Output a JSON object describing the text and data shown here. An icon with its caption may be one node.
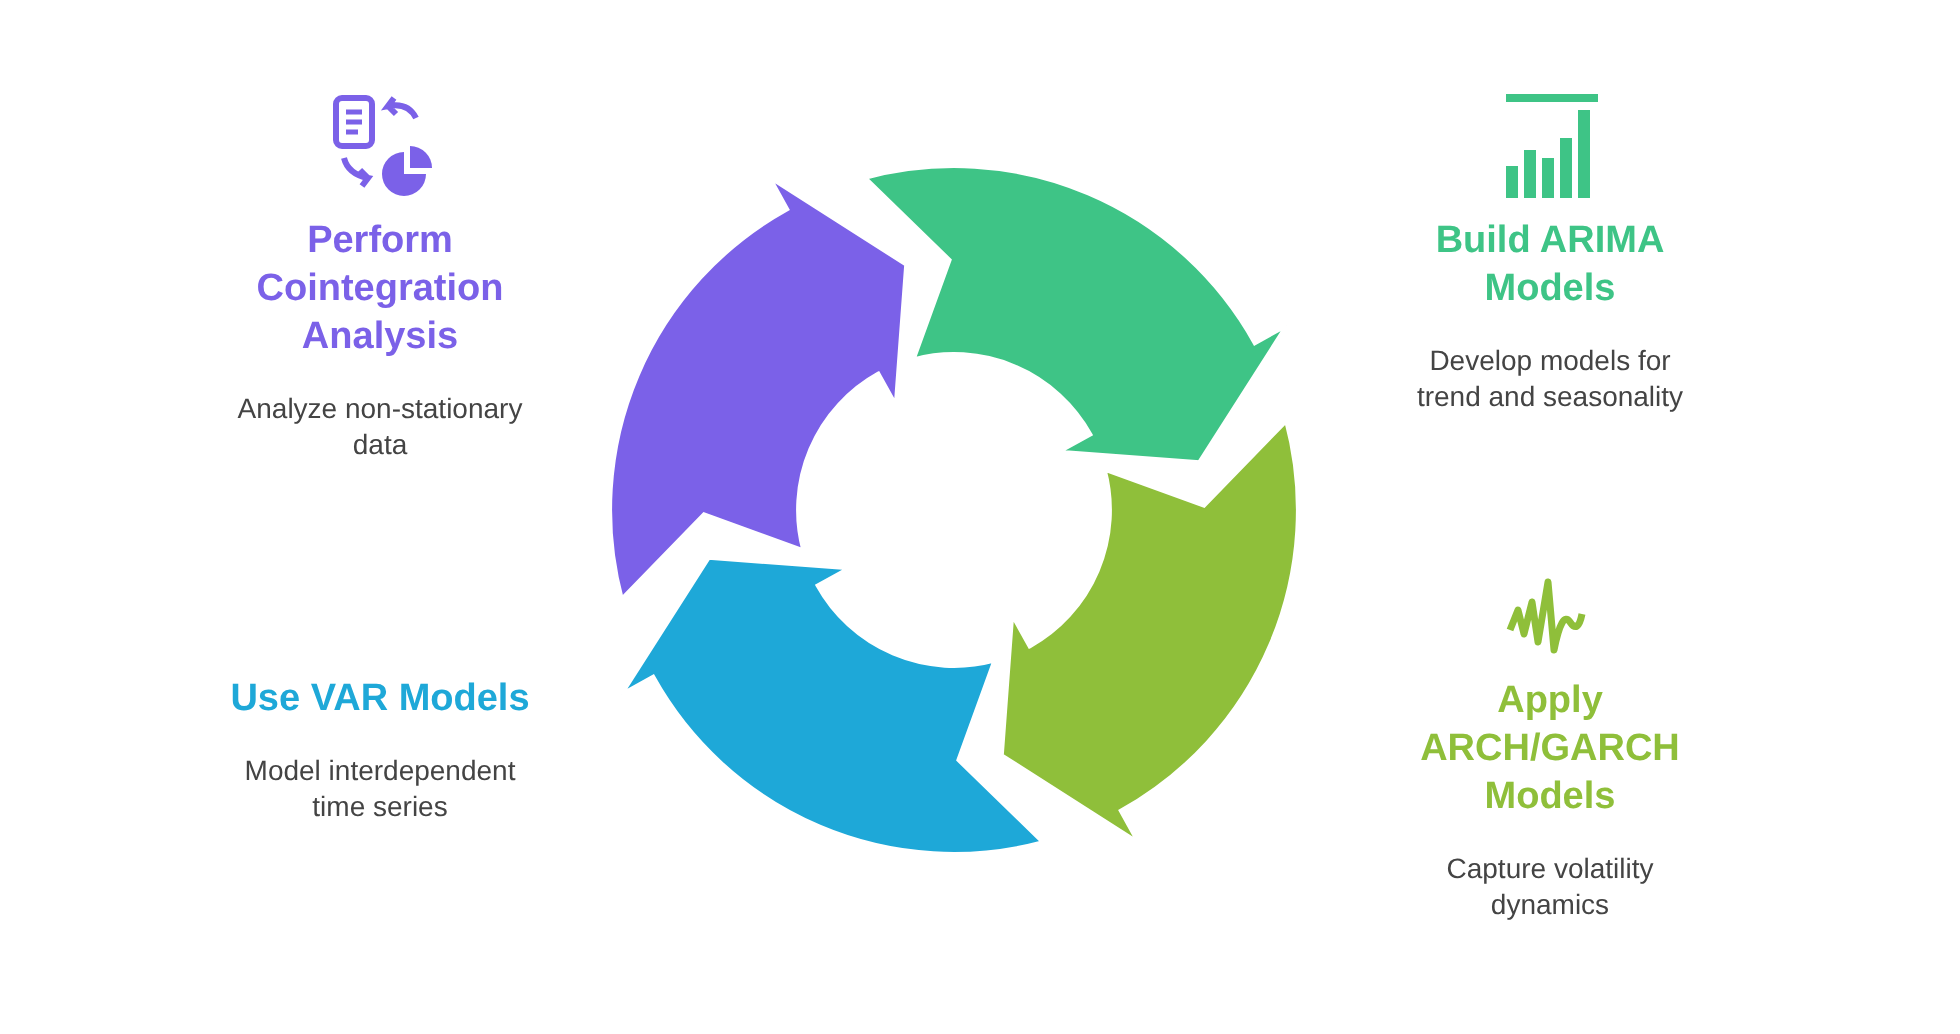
{
  "diagram": {
    "nodes": [
      {
        "text": [
          "Perform Cointegration Analysis",
          "Analyze non-stationary data"
        ]
      },
      {
        "text": [
          "Build ARIMA Models",
          "Develop models for trend and seasonality"
        ]
      },
      {
        "text": [
          "Use VAR Models",
          "Model interdependent time series"
        ]
      },
      {
        "text": [
          "Apply ARCH/GARCH Models",
          "Capture volatility dynamics"
        ]
      }
    ]
  }
}
